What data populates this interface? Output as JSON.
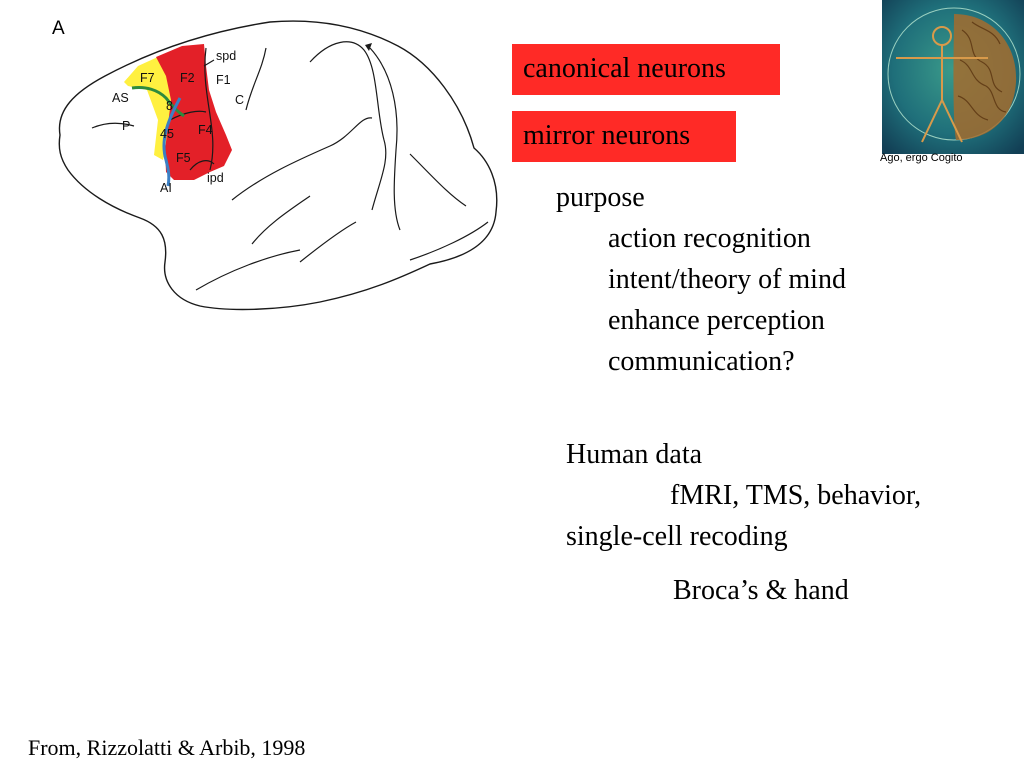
{
  "figure": {
    "letter": "A",
    "area_labels": {
      "spd": "spd",
      "F7": "F7",
      "F2": "F2",
      "F1": "F1",
      "AS": "AS",
      "n8": "8",
      "C": "C",
      "P": "P",
      "n45": "45",
      "F4": "F4",
      "F5": "F5",
      "ipd": "ipd",
      "AI": "AI"
    },
    "colors": {
      "red_area": "#e32028",
      "yellow_area": "#fff040",
      "green_line": "#2e8b3d",
      "blue_line": "#3b7fc4"
    }
  },
  "labels": {
    "canonical": "canonical neurons",
    "mirror": "mirror neurons",
    "box_color": "#ff2a26"
  },
  "thumbnail": {
    "caption": "Ago, ergo Cogito"
  },
  "bullets": {
    "purpose": "purpose",
    "items": [
      "action recognition",
      "intent/theory of mind",
      "enhance perception",
      "communication?"
    ]
  },
  "human": {
    "title": "Human data",
    "line1": "fMRI, TMS, behavior,",
    "line2": "single-cell recoding",
    "broca": "Broca’s & hand"
  },
  "credit": "From, Rizzolatti & Arbib, 1998"
}
